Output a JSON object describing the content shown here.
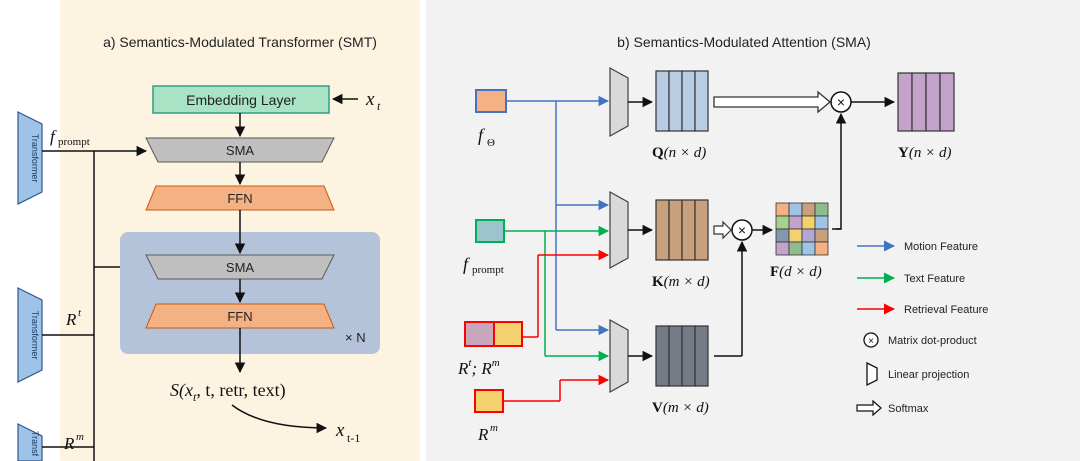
{
  "panel_a": {
    "title": "a) Semantics-Modulated Transformer (SMT)",
    "embedding_label": "Embedding Layer",
    "input_label": "x",
    "input_sub": "t",
    "sma_label": "SMA",
    "ffn_label": "FFN",
    "repeat_label": "× N",
    "score_label": "S(x",
    "score_sub": "t",
    "score_rest": ", t, retr, text)",
    "output_label": "x",
    "output_sub": "t-1",
    "side_encoder_label": "Transformer",
    "side_encoder_partial": "Transf",
    "fprompt_f": "f",
    "fprompt_sub": "prompt",
    "rt_r": "R",
    "rt_sup": "t",
    "rm_r": "R",
    "rm_sup": "m"
  },
  "panel_b": {
    "title": "b) Semantics-Modulated Attention (SMA)",
    "f_theta_f": "f",
    "f_theta_sub": "Θ",
    "f_prompt_f": "f",
    "f_prompt_sub": "prompt",
    "rtrm_r1": "R",
    "rtrm_sup1": "t",
    "rtrm_mid": "; R",
    "rtrm_sup2": "m",
    "rm_r": "R",
    "rm_sup": "m",
    "q_bold": "Q",
    "q_dim": "(n × d)",
    "k_bold": "K",
    "k_dim": "(m × d)",
    "v_bold": "V",
    "v_dim": "(m × d)",
    "f_bold": "F",
    "f_dim": "(d × d)",
    "y_bold": "Y",
    "y_dim": "(n × d)",
    "dot_symbol": "×"
  },
  "legend": {
    "items": [
      {
        "label": "Motion Feature",
        "color": "#4472C4"
      },
      {
        "label": "Text Feature",
        "color": "#00B050"
      },
      {
        "label": "Retrieval Feature",
        "color": "#FF0000"
      },
      {
        "label": "Matrix dot-product"
      },
      {
        "label": "Linear projection"
      },
      {
        "label": "Softmax"
      }
    ]
  },
  "colors": {
    "panel_a_bg": "#FDF3E1",
    "panel_b_bg": "#F2F2F2",
    "embedding_fill": "#A9E3C5",
    "embedding_stroke": "#2E9E86",
    "sma_fill": "#BFBFBF",
    "ffn_fill": "#F4B183",
    "repeat_bg": "#B4C3DA",
    "encoder_fill": "#9DC3E6",
    "q_fill": "#B8CCE4",
    "k_fill": "#C8A07E",
    "v_fill": "#757B86",
    "y_fill": "#C3A3C9",
    "f_theta_fill": "#F4B183",
    "f_prompt_fill": "#9DC3CF",
    "retr_fill": "#F4D06F",
    "retr_pink_fill": "#C9A6BE"
  }
}
